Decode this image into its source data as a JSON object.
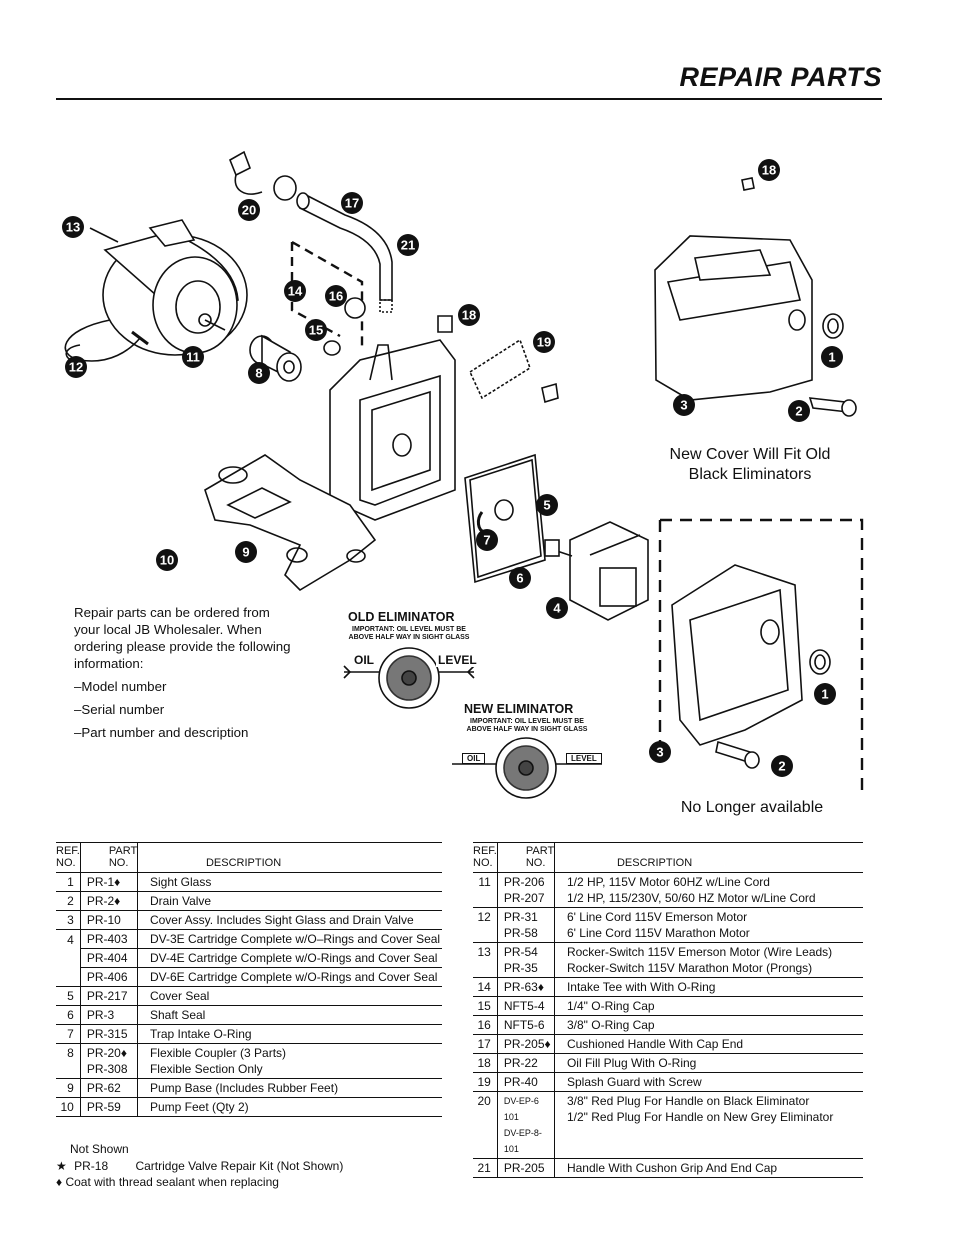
{
  "page_title": "REPAIR PARTS",
  "captions": {
    "new_cover": "New Cover Will Fit Old Black Eliminators",
    "no_longer": "No Longer available"
  },
  "callouts": [
    "13",
    "12",
    "11",
    "10",
    "9",
    "8",
    "20",
    "17",
    "21",
    "14",
    "16",
    "15",
    "18",
    "19",
    "5",
    "7",
    "6",
    "4",
    "18",
    "1",
    "2",
    "3",
    "1",
    "3",
    "2"
  ],
  "ordering": {
    "intro": "Repair parts can be ordered from your local JB Wholesaler. When ordering please provide the following information:",
    "items": [
      "–Model number",
      "–Serial number",
      "–Part number and description"
    ]
  },
  "old_eliminator": {
    "title": "OLD ELIMINATOR",
    "note": "IMPORTANT: OIL LEVEL MUST BE ABOVE HALF WAY IN SIGHT GLASS",
    "left": "OIL",
    "right": "LEVEL"
  },
  "new_eliminator": {
    "title": "NEW ELIMINATOR",
    "note": "IMPORTANT: OIL LEVEL MUST BE ABOVE HALF WAY IN SIGHT GLASS",
    "left": "OIL",
    "right": "LEVEL"
  },
  "table_headers": {
    "ref": "REF. NO.",
    "part": "PART NO.",
    "desc": "DESCRIPTION"
  },
  "left_table": [
    {
      "ref": "1",
      "part": "PR-1♦",
      "desc": "Sight Glass"
    },
    {
      "ref": "2",
      "part": "PR-2♦",
      "desc": "Drain Valve"
    },
    {
      "ref": "3",
      "part": "PR-10",
      "desc": "Cover Assy. Includes Sight Glass and Drain Valve"
    },
    {
      "ref": "4",
      "part": "PR-403",
      "desc": "DV-3E Cartridge Complete w/O–Rings and Cover Seal"
    },
    {
      "ref": "",
      "part": "PR-404",
      "desc": "DV-4E Cartridge Complete w/O-Rings and Cover Seal"
    },
    {
      "ref": "",
      "part": "PR-406",
      "desc": "DV-6E Cartridge Complete w/O-Rings and Cover Seal"
    },
    {
      "ref": "5",
      "part": "PR-217",
      "desc": "Cover Seal"
    },
    {
      "ref": "6",
      "part": "PR-3",
      "desc": "Shaft Seal"
    },
    {
      "ref": "7",
      "part": "PR-315",
      "desc": "Trap Intake O-Ring"
    },
    {
      "ref": "8",
      "part": "PR-20♦",
      "desc": "Flexible Coupler (3 Parts)",
      "part2": "PR-308",
      "desc2": "Flexible Section Only"
    },
    {
      "ref": "9",
      "part": "PR-62",
      "desc": "Pump Base (Includes Rubber Feet)"
    },
    {
      "ref": "10",
      "part": "PR-59",
      "desc": "Pump Feet (Qty 2)"
    }
  ],
  "right_table": [
    {
      "ref": "11",
      "part": "PR-206",
      "desc": "1/2 HP, 115V Motor 60HZ w/Line Cord",
      "part2": "PR-207",
      "desc2": "1/2 HP, 115/230V, 50/60 HZ Motor w/Line Cord"
    },
    {
      "ref": "12",
      "part": "PR-31",
      "desc": "6' Line Cord 115V Emerson Motor",
      "part2": "PR-58",
      "desc2": "6' Line Cord 115V Marathon Motor"
    },
    {
      "ref": "13",
      "part": "PR-54",
      "desc": "Rocker-Switch 115V Emerson Motor (Wire Leads)",
      "part2": "PR-35",
      "desc2": "Rocker-Switch 115V Marathon Motor (Prongs)"
    },
    {
      "ref": "14",
      "part": "PR-63♦",
      "desc": "Intake Tee with With O-Ring"
    },
    {
      "ref": "15",
      "part": "NFT5-4",
      "desc": "1/4\" O-Ring Cap"
    },
    {
      "ref": "16",
      "part": "NFT5-6",
      "desc": "3/8\" O-Ring Cap"
    },
    {
      "ref": "17",
      "part": "PR-205♦",
      "desc": "Cushioned Handle With Cap End"
    },
    {
      "ref": "18",
      "part": "PR-22",
      "desc": "Oil Fill Plug With O-Ring"
    },
    {
      "ref": "19",
      "part": "PR-40",
      "desc": "Splash Guard with Screw"
    },
    {
      "ref": "20",
      "part": "DV-EP-6 101",
      "desc": "3/8\" Red Plug For Handle on Black Eliminator",
      "part2": "DV-EP-8-101",
      "desc2": "1/2\" Red Plug For Handle on New Grey Eliminator"
    },
    {
      "ref": "21",
      "part": "PR-205",
      "desc": "Handle With Cushon Grip And End Cap"
    }
  ],
  "footnotes": {
    "not_shown": "Not Shown",
    "star": "★",
    "star_part": "PR-18",
    "star_desc": "Cartridge Valve Repair Kit (Not Shown)",
    "diamond": "♦ Coat with thread sealant when replacing"
  }
}
